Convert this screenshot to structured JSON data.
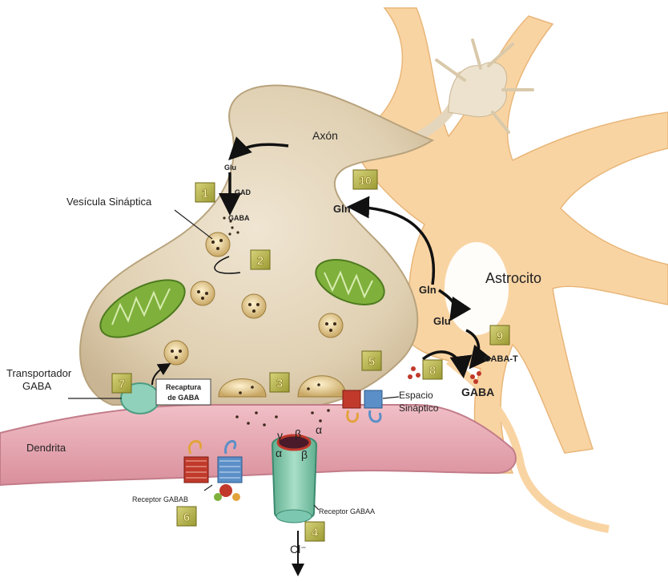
{
  "labels": {
    "axon": "Axón",
    "vesicle": "Vesícula Sináptica",
    "astrocyte": "Astrocito",
    "transporter": "Transportador GABA",
    "reuptake": "Recaptura de GABA",
    "dendrite": "Dendrita",
    "receptor_b": "Receptor GABAB",
    "receptor_a": "Receptor GABAA",
    "synaptic_space": "Espacio Sináptico",
    "chloride": "Cl⁻",
    "glu_top": "Glu",
    "gad": "GAD",
    "gaba_top": "GABA",
    "gln_left": "Gln",
    "gln_right": "Gln",
    "glu_astro": "Glu",
    "gaba_t": "GABA-T",
    "gaba_astro": "GABA",
    "gamma": "γ",
    "beta1": "β",
    "alpha1": "α",
    "alpha2": "α",
    "beta2": "β"
  },
  "badges": [
    "1",
    "2",
    "3",
    "4",
    "5",
    "6",
    "7",
    "8",
    "9",
    "10"
  ],
  "colors": {
    "astrocyte": "#f9d4a3",
    "terminal": "#e4d6bc",
    "dendrite": "#e7a9b3",
    "mitochondria": "#7fb03c",
    "badge": "#b7b64a",
    "receptor": "#7cc7b0",
    "arrow": "#111111"
  }
}
